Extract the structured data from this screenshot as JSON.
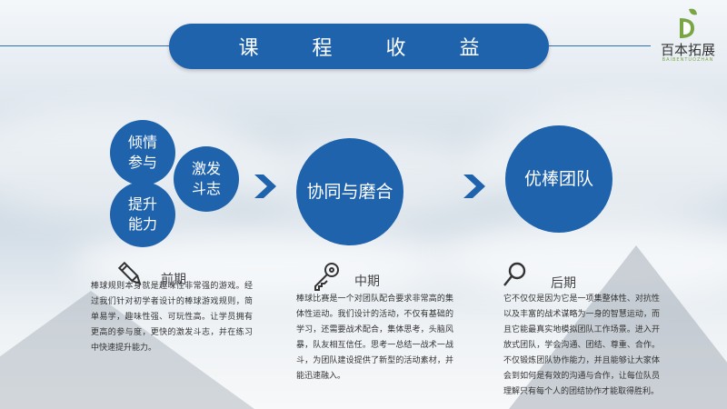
{
  "title": "课 程 收 益",
  "logo": {
    "name": "百本拓展",
    "sub": "BAIBENTUOZHAN"
  },
  "circles": {
    "c1": "倾情参与",
    "c2": "激发斗志",
    "c3": "提升能力",
    "c4": "协同与磨合",
    "c5": "优棒团队"
  },
  "phases": [
    {
      "icon": "pencil-icon",
      "label": "前期",
      "text": "棒球规则本身就是趣味性非常强的游戏。经过我们针对初学者设计的棒球游戏规则，简单易学，趣味性强、可玩性高。让学员拥有更高的参与度，更快的激发斗志，并在练习中快速提升能力。"
    },
    {
      "icon": "key-icon",
      "label": "中期",
      "text": "棒球比赛是一个对团队配合要求非常高的集体性运动。我们设计的活动，不仅有基础的学习，还需要战术配合，集体思考，头脑风暴，队友相互信任。思考一总结一战术一战斗，为团队建设提供了新型的活动素材，并能迅速融入。"
    },
    {
      "icon": "search-icon",
      "label": "后期",
      "text": "它不仅仅是因为它是一项集整体性、对抗性以及丰富的战术谋略为一身的智慧运动，而且它能最真实地模拟团队工作场景。进入开放式团队，学会沟通、团结、尊重、合作。不仅锻炼团队协作能力，并且能够让大家体会到如何是有效的沟通与合作，让每位队员理解只有每个人的团结协作才能取得胜利。"
    }
  ],
  "colors": {
    "accent": "#1f63ad",
    "logo_green": "#7aa543"
  }
}
